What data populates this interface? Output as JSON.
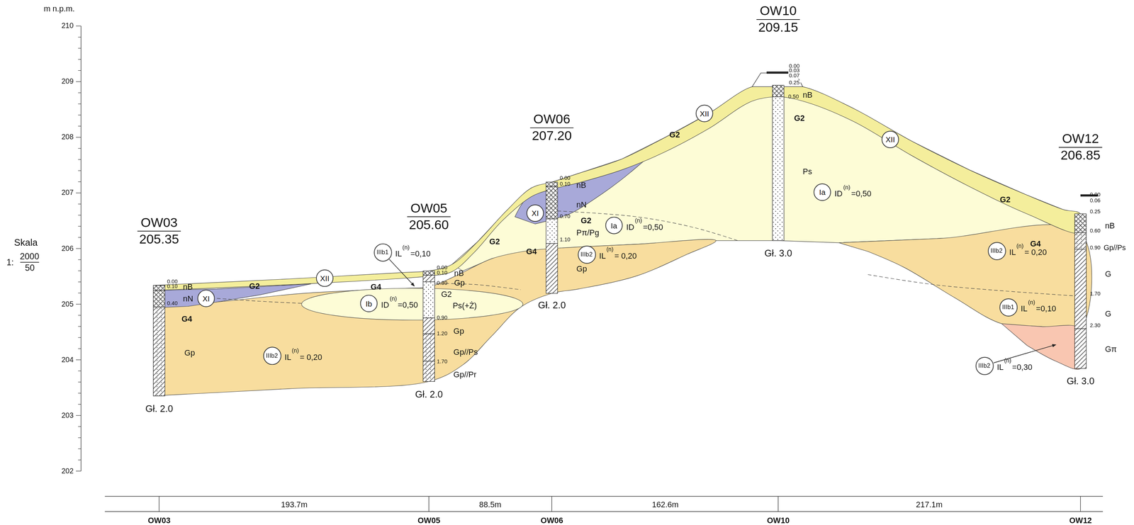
{
  "diagram": {
    "nodes": [
      {
        "text": [
          "XI"
        ]
      },
      {
        "text": [
          "XII"
        ]
      },
      {
        "text": [
          "IIIb2"
        ]
      },
      {
        "text": [
          "Ib"
        ]
      },
      {
        "text": [
          "IIIb1"
        ]
      },
      {
        "text": [
          "XI"
        ]
      },
      {
        "text": [
          "Ia"
        ]
      },
      {
        "text": [
          "IIIb2"
        ]
      },
      {
        "text": [
          "XII"
        ]
      },
      {
        "text": [
          "Ia"
        ]
      },
      {
        "text": [
          "XII"
        ]
      },
      {
        "text": [
          "IIIb2"
        ]
      },
      {
        "text": [
          "IIIb1"
        ]
      },
      {
        "text": [
          "IIIb2"
        ]
      }
    ],
    "labels": [
      "m n.p.m.",
      "210",
      "209",
      "208",
      "207",
      "206",
      "205",
      "204",
      "203",
      "202",
      "Skala",
      "1:",
      "2000",
      "50",
      "OW03",
      "205.35",
      "OW05",
      "205.60",
      "OW06",
      "207.20",
      "OW10",
      "209.15",
      "OW12",
      "206.85",
      "0.00",
      "0.10",
      "0.40",
      "0.00",
      "0.10",
      "0.30",
      "0.90",
      "1.20",
      "1.70",
      "0.00",
      "0.10",
      "0.70",
      "1.10",
      "0.00",
      "0.03",
      "0.07",
      "0.25",
      "0.50",
      "0.00",
      "0.06",
      "0.25",
      "0.60",
      "0.90",
      "1.70",
      "2.30",
      "nB",
      "nN",
      "G4",
      "Gp",
      "nB",
      "Gp",
      "G2",
      "Ps(+Ż)",
      "Gp",
      "Gp//Ps",
      "Gp//Pr",
      "nB",
      "nN",
      "G2",
      "Pπ/Pg",
      "Gp",
      "nB",
      "G2",
      "Ps",
      "nB",
      "Gp//Ps",
      "G",
      "G",
      "Gπ",
      "G2",
      "G4",
      "G2",
      "G4",
      "G2",
      "G2",
      "G4",
      "Gł. 2.0",
      "Gł. 2.0",
      "Gł. 2.0",
      "Gł. 3.0",
      "Gł. 3.0",
      "193.7m",
      "88.5m",
      "162.6m",
      "217.1m",
      "OW03",
      "OW05",
      "OW06",
      "OW10",
      "OW12",
      "IL",
      "(n)",
      "= 0,20",
      "ID",
      "(n)",
      "=0,50",
      "IL",
      "(n)",
      "=0,10",
      "ID",
      "(n)",
      "=0,50",
      "IL",
      "(n)",
      "= 0,20",
      "ID",
      "(n)",
      "=0,50",
      "IL",
      "(n)",
      "= 0,20",
      "IL",
      "(n)",
      "=0,10",
      "IL",
      "(n)",
      "=0,30"
    ]
  }
}
